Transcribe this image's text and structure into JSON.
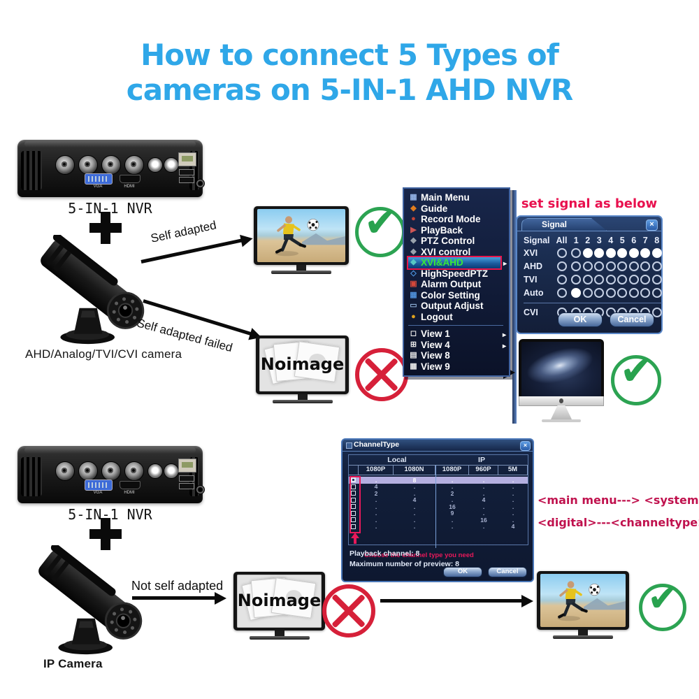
{
  "title": {
    "line1": "How to connect 5 Types of",
    "line2": "cameras on 5-IN-1 AHD NVR"
  },
  "colors": {
    "title_blue": "#2fa7e8",
    "note_red": "#e8104e",
    "annotation_red": "#c0124e",
    "check_green": "#2ca352",
    "cross_red": "#d62039",
    "menu_highlight_text": "#38e838"
  },
  "nvr": {
    "vga_label": "VGA",
    "hdmi_label": "HDMI"
  },
  "top_flow": {
    "nvr_label": "5-IN-1 NVR",
    "camera_label": "AHD/Analog/TVI/CVI camera",
    "arrow_success_label": "Self adapted",
    "arrow_fail_label": "Self adapted failed",
    "noimage_text": "Noimage"
  },
  "bottom_flow": {
    "nvr_label": "5-IN-1 NVR",
    "camera_label": "IP Camera",
    "arrow_label": "Not self adapted",
    "noimage_text": "Noimage"
  },
  "menu": {
    "items": [
      {
        "label": "Main Menu",
        "icon": "main-menu-icon"
      },
      {
        "label": "Guide",
        "icon": "guide-icon"
      },
      {
        "label": "Record Mode",
        "icon": "record-mode-icon"
      },
      {
        "label": "PlayBack",
        "icon": "playback-icon"
      },
      {
        "label": "PTZ Control",
        "icon": "ptz-control-icon"
      },
      {
        "label": "XVI control",
        "icon": "xvi-control-icon"
      },
      {
        "label": "XVI&AHD",
        "icon": "xvi-ahd-icon",
        "highlighted": true
      },
      {
        "label": "HighSpeedPTZ",
        "icon": "highspeed-ptz-icon"
      },
      {
        "label": "Alarm Output",
        "icon": "alarm-output-icon"
      },
      {
        "label": "Color Setting",
        "icon": "color-setting-icon"
      },
      {
        "label": "Output Adjust",
        "icon": "output-adjust-icon"
      },
      {
        "label": "Logout",
        "icon": "logout-icon"
      }
    ],
    "view_items": [
      {
        "label": "View 1",
        "icon": "view-1-icon",
        "submenu": true
      },
      {
        "label": "View 4",
        "icon": "view-4-icon",
        "submenu": true
      },
      {
        "label": "View 8",
        "icon": "view-8-icon"
      },
      {
        "label": "View 9",
        "icon": "view-9-icon"
      }
    ]
  },
  "signal_note": "set signal as below",
  "signal_dialog": {
    "title": "Signal",
    "header": [
      "Signal",
      "All",
      "1",
      "2",
      "3",
      "4",
      "5",
      "6",
      "7",
      "8"
    ],
    "rows": [
      {
        "label": "XVI",
        "cells": [
          "off",
          "off",
          "on",
          "on",
          "on",
          "on",
          "on",
          "on",
          "on"
        ]
      },
      {
        "label": "AHD",
        "cells": [
          "off",
          "off",
          "off",
          "off",
          "off",
          "off",
          "off",
          "off",
          "off"
        ]
      },
      {
        "label": "TVI",
        "cells": [
          "off",
          "off",
          "off",
          "off",
          "off",
          "off",
          "off",
          "off",
          "off"
        ]
      },
      {
        "label": "Auto",
        "cells": [
          "off",
          "on",
          "off",
          "off",
          "off",
          "off",
          "off",
          "off",
          "off"
        ]
      },
      {
        "label": "CVI",
        "cells": [
          "off",
          "off",
          "off",
          "off",
          "off",
          "off",
          "off",
          "off",
          "off"
        ]
      }
    ],
    "ok": "OK",
    "cancel": "Cancel"
  },
  "channel_dialog": {
    "title": "ChannelType",
    "groups": [
      "Local",
      "IP"
    ],
    "columns": [
      "1080P",
      "1080N",
      "1080P",
      "960P",
      "5M"
    ],
    "rows": [
      {
        "checked": true,
        "cells": [
          ".",
          "8",
          ".",
          ".",
          "."
        ]
      },
      {
        "checked": false,
        "cells": [
          "4",
          ".",
          ".",
          ".",
          "."
        ]
      },
      {
        "checked": false,
        "cells": [
          "2",
          ".",
          "2",
          ".",
          "."
        ]
      },
      {
        "checked": false,
        "cells": [
          ".",
          "4",
          ".",
          "4",
          "."
        ]
      },
      {
        "checked": false,
        "cells": [
          ".",
          ".",
          "16",
          ".",
          "."
        ]
      },
      {
        "checked": false,
        "cells": [
          ".",
          ".",
          "9",
          ".",
          "."
        ]
      },
      {
        "checked": false,
        "cells": [
          ".",
          ".",
          ".",
          "16",
          "."
        ]
      },
      {
        "checked": false,
        "cells": [
          ".",
          ".",
          ".",
          ".",
          "4"
        ]
      }
    ],
    "hint": "Choose the channel type you need",
    "playback": "Playback channel: 8",
    "max_preview": "Maximum number of preview: 8",
    "ok": "OK",
    "cancel": "Cancel"
  },
  "annotations": {
    "line1": "<main menu---> <system>",
    "line2": "<digital>---<channeltype>"
  }
}
